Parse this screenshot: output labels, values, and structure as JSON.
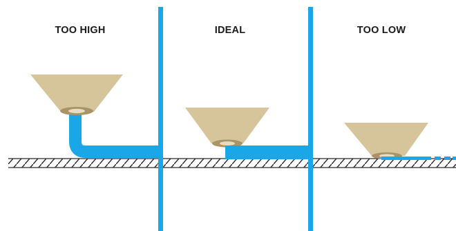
{
  "panels": [
    {
      "label": "TOO HIGH"
    },
    {
      "label": "IDEAL"
    },
    {
      "label": "TOO LOW"
    }
  ],
  "colors": {
    "background": "#ffffff",
    "divider": "#1aa7e8",
    "filament": "#1aa7e8",
    "nozzle": "#d6c49a",
    "nozzle_tip": "#a89466",
    "nozzle_hole": "#e6dcc0",
    "bed_hatch": "#2a2a2a",
    "text": "#1a1a1a"
  },
  "icons": {
    "nozzle": "nozzle-icon",
    "bed": "print-bed-icon"
  }
}
